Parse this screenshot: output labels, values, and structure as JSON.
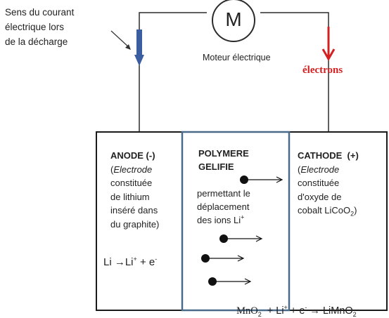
{
  "annotation": {
    "current_line1": "Sens du courant",
    "current_line2": "électrique lors",
    "current_line3": "de la décharge"
  },
  "motor": {
    "symbol": "M",
    "label": "Moteur électrique"
  },
  "electrons_label": "électrons",
  "anode": {
    "title": "ANODE (-)",
    "l1": "(",
    "l1_italic": "Electrode",
    "l2": "constituée",
    "l3": "de lithium",
    "l4": "inséré dans",
    "l5": "du graphite)",
    "reaction_a": "Li ",
    "reaction_arrow": "→",
    "reaction_b": "Li",
    "reaction_sup": "+",
    "reaction_c": " + e",
    "reaction_sup2": "-"
  },
  "polymer": {
    "title1": "POLYMERE",
    "title2": "GELIFIE",
    "l1": "permettant le",
    "l2": "déplacement",
    "l3": "des ions Li",
    "l3_sup": "+"
  },
  "cathode": {
    "title": "CATHODE  (+)",
    "l1": "(",
    "l1_italic": "Electrode",
    "l2": "constituée",
    "l3": "d'oxyde de",
    "l4": "cobalt LiCoO",
    "l4_sub": "2",
    "l4_end": ")"
  },
  "bottom_reaction": {
    "a": "MnO",
    "a_sub": "2",
    "b": "  + Li",
    "b_sup": "+",
    "c": " + e",
    "c_sup": "-",
    "d": " → LiMnO",
    "d_sub": "2"
  },
  "colors": {
    "wire": "#2b2b2b",
    "box_border": "#1a1a1a",
    "middle_border": "#4a6a8a",
    "current_arrow": "#3b5ea0",
    "electron_arrow": "#d42020"
  }
}
